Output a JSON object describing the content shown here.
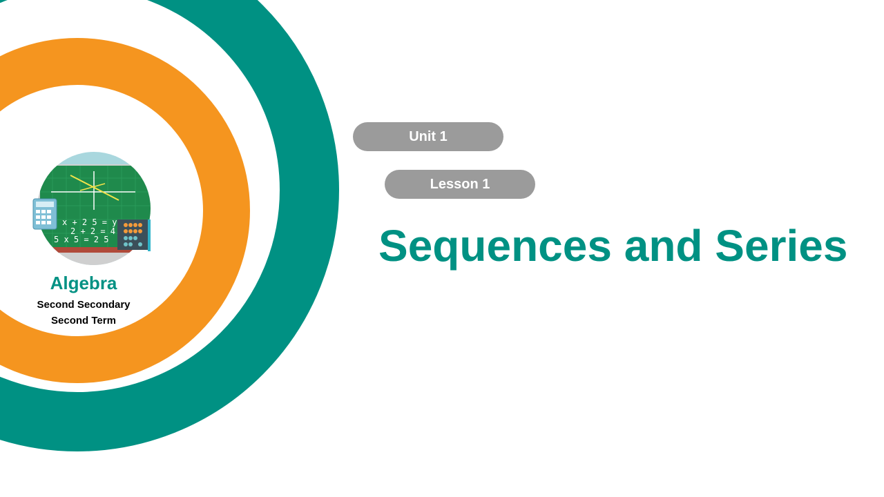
{
  "slide": {
    "unit_label": "Unit 1",
    "lesson_label": "Lesson 1",
    "title": "Sequences and Series",
    "subject": "Algebra",
    "grade": "Second Secondary",
    "term": "Second Term"
  },
  "illustration": {
    "board_equations": [
      "x + 2 5 = y",
      "2 + 2 = 4",
      "5 x 5 = 2 5"
    ],
    "icons": [
      "math-chalkboard-icon",
      "calculator-icon",
      "abacus-icon"
    ]
  },
  "colors": {
    "teal": "#009183",
    "orange": "#f5951f",
    "pill_gray": "#9b9b9b",
    "board_green": "#1f8a4c"
  }
}
